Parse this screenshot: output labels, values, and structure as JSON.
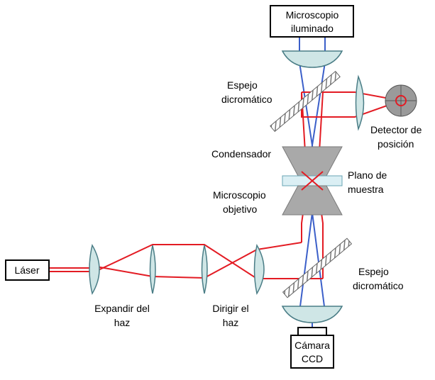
{
  "diagram": {
    "labels": {
      "microscope_illuminated": [
        "Microscopio",
        "iluminado"
      ],
      "dichroic_mirror_top": [
        "Espejo",
        "dicromático"
      ],
      "position_detector": [
        "Detector de",
        "posición"
      ],
      "condenser": "Condensador",
      "sample_plane": [
        "Plano de",
        "muestra"
      ],
      "objective_microscope": [
        "Microscopio",
        "objetivo"
      ],
      "laser": "Láser",
      "beam_expander": [
        "Expandir del",
        "haz"
      ],
      "beam_steering": [
        "Dirigir el",
        "haz"
      ],
      "dichroic_mirror_bottom": [
        "Espejo",
        "dicromático"
      ],
      "ccd_camera": [
        "Cámara",
        "CCD"
      ]
    },
    "colors": {
      "laser_beam": "#e31b23",
      "illumination_beam": "#3b5fc9",
      "lens_fill": "#cfe6e6",
      "lens_stroke": "#4a7d86",
      "objective_gray": "#a9a9a9"
    }
  }
}
